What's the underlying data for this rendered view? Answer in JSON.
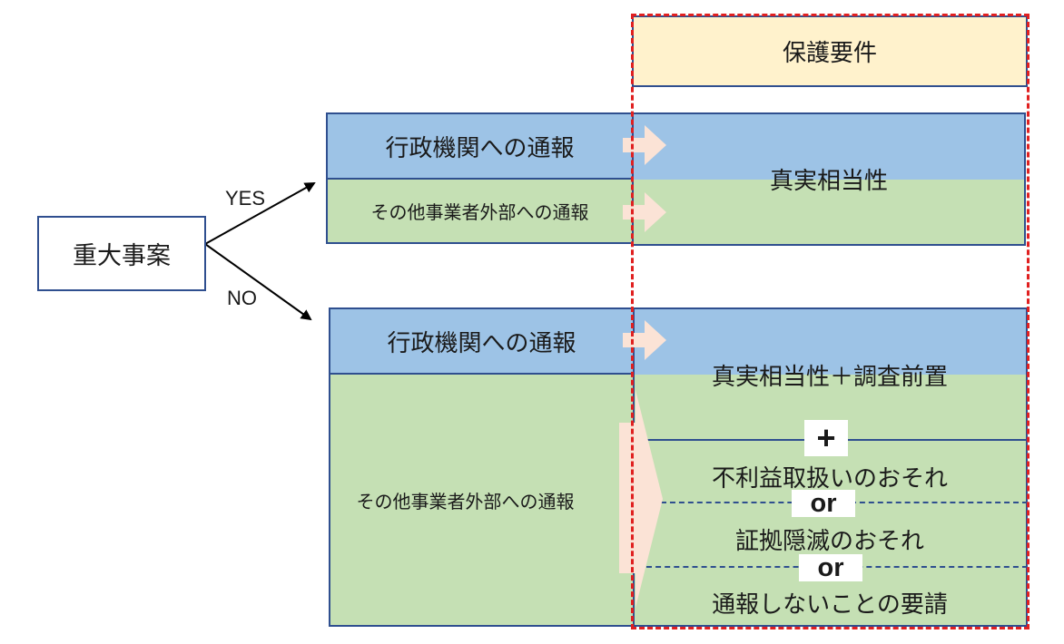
{
  "root": {
    "label": "重大事案"
  },
  "branches": {
    "yes": "YES",
    "no": "NO"
  },
  "requirements_header": "保護要件",
  "yes_group": {
    "admin_report": "行政機関への通報",
    "other_report": "その他事業者外部への通報",
    "requirement": "真実相当性"
  },
  "no_group": {
    "admin_report": "行政機関への通報",
    "other_report": "その他事業者外部への通報",
    "admin_requirement": "真実相当性＋調査前置",
    "plus": "+",
    "conditions": [
      "不利益取扱いのおそれ",
      "証拠隠滅のおそれ",
      "通報しないことの要請"
    ],
    "or_labels": [
      "or",
      "or"
    ]
  },
  "colors": {
    "box_border": "#2f4f8f",
    "admin_fill": "#9dc3e6",
    "other_fill": "#c5e0b4",
    "header_fill": "#fff2cc",
    "dashed_frame": "#e02020",
    "arrow_fill": "#fbe3d6"
  }
}
